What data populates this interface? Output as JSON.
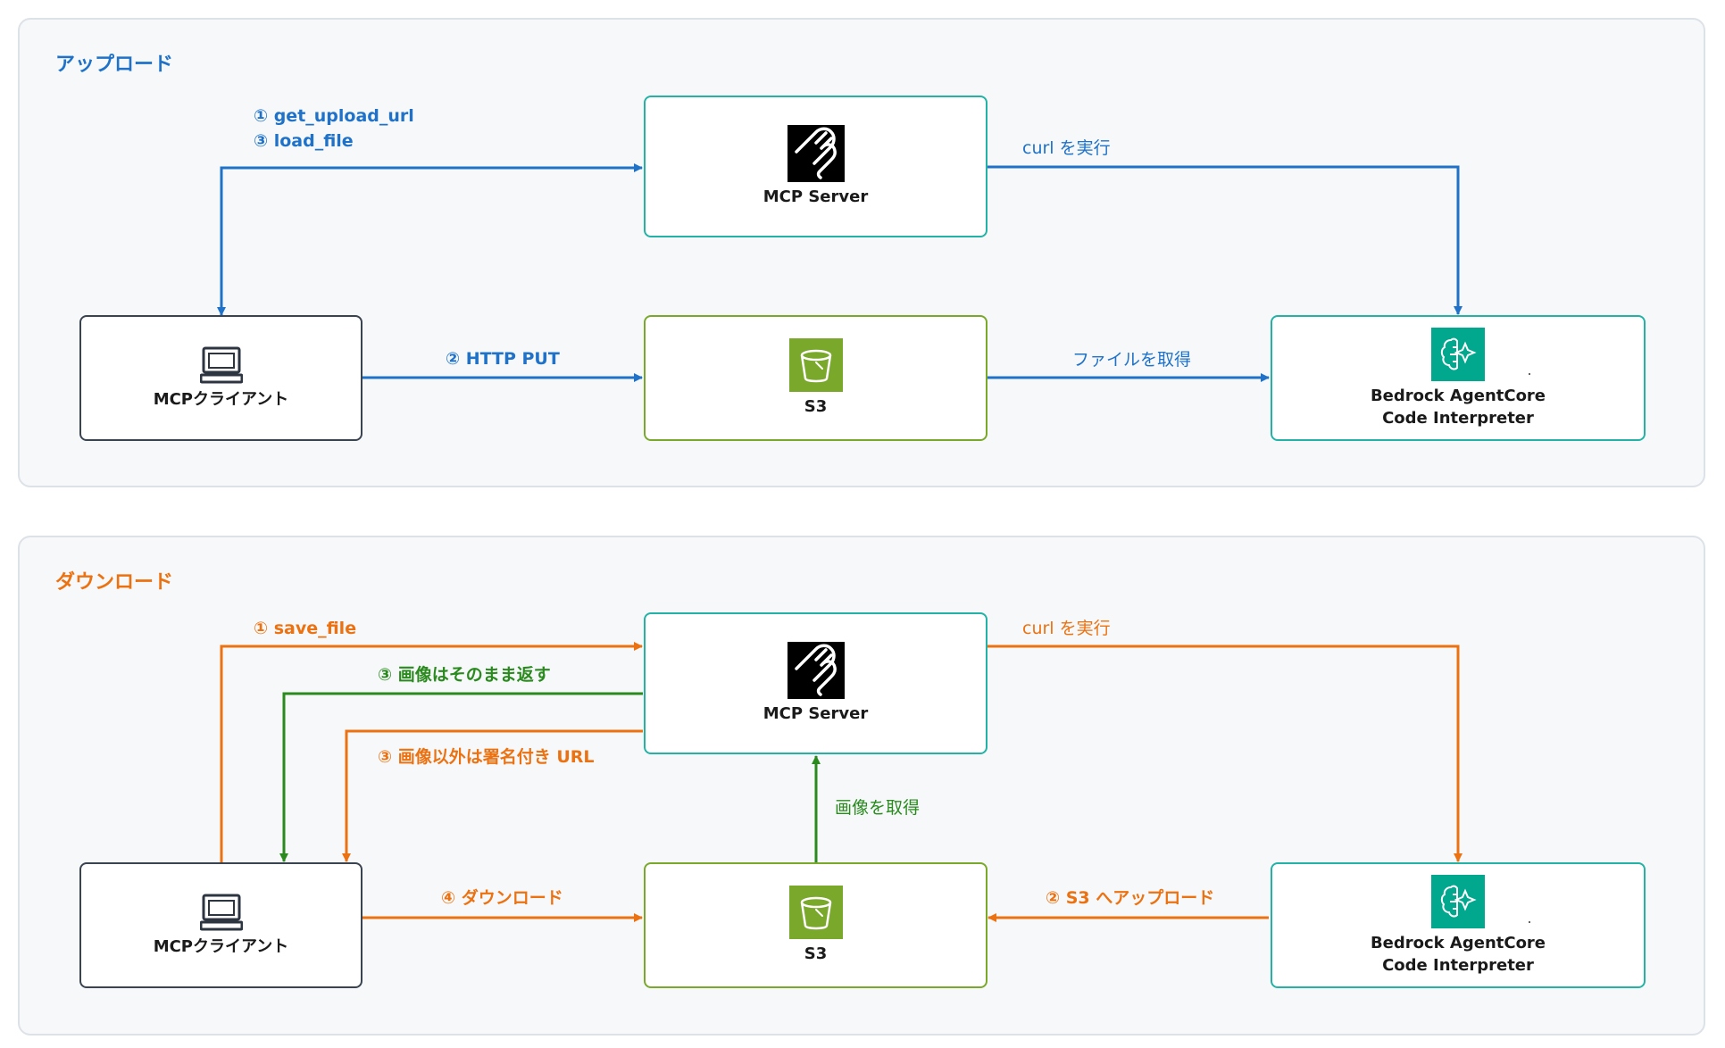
{
  "upload": {
    "title": "アップロード",
    "client_label": "MCPクライアント",
    "server_label": "MCP Server",
    "s3_label": "S3",
    "agent_label": "Bedrock AgentCore\nCode Interpreter",
    "edge_step1": "① get_upload_url",
    "edge_step3": "③ load_file",
    "edge_curl": "curl を実行",
    "edge_put": "② HTTP PUT",
    "edge_fetch": "ファイルを取得"
  },
  "download": {
    "title": "ダウンロード",
    "client_label": "MCPクライアント",
    "server_label": "MCP Server",
    "s3_label": "S3",
    "agent_label": "Bedrock AgentCore\nCode Interpreter",
    "edge_save": "① save_file",
    "edge_curl": "curl を実行",
    "edge_image": "③ 画像はそのまま返す",
    "edge_nonimage": "③ 画像以外は署名付き URL",
    "edge_get_image": "画像を取得",
    "edge_download": "④ ダウンロード",
    "edge_s3_upload": "② S3 へアップロード"
  },
  "colors": {
    "blue": "#1f72c8",
    "orange": "#ec7211",
    "green": "#2a8a1e",
    "teal_border": "#23b2a5",
    "s3_green": "#7aa82a",
    "agent_icon": "#01a88d"
  },
  "icons": {
    "client": "computer-icon",
    "server": "mcp-logo-icon",
    "s3": "s3-bucket-icon",
    "agent": "agentcore-brain-icon"
  }
}
